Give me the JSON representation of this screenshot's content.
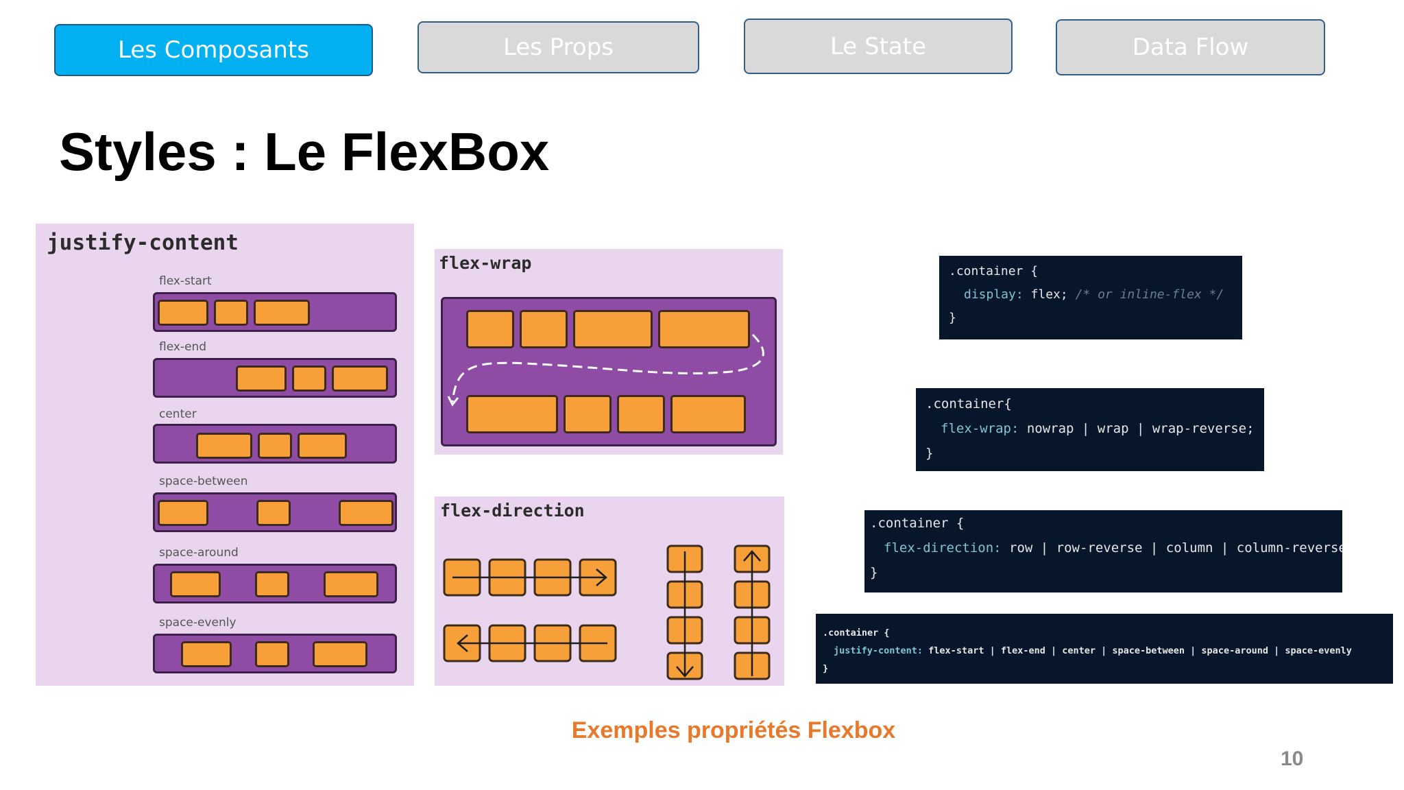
{
  "nav": {
    "tabs": [
      {
        "label": "Les Composants"
      },
      {
        "label": "Les Props"
      },
      {
        "label": "Le State"
      },
      {
        "label": "Data Flow"
      }
    ]
  },
  "slide": {
    "title": "Styles : Le FlexBox",
    "caption": "Exemples propriétés Flexbox",
    "page_number": "10"
  },
  "diagrams": {
    "justify": {
      "title": "justify-content",
      "labels": [
        "flex-start",
        "flex-end",
        "center",
        "space-between",
        "space-around",
        "space-evenly"
      ]
    },
    "wrap": {
      "title": "flex-wrap"
    },
    "direction": {
      "title": "flex-direction"
    }
  },
  "code": {
    "block1": {
      "l1": ".container {",
      "l2_prop": "display:",
      "l2_val": " flex;",
      "l2_comment": " /* or inline-flex */",
      "l3": "}"
    },
    "block2": {
      "l1": ".container{",
      "l2_prop": "flex-wrap:",
      "l2_val": " nowrap | wrap | wrap-reverse;",
      "l3": "}"
    },
    "block3": {
      "l1": ".container {",
      "l2_prop": "flex-direction:",
      "l2_val": " row | row-reverse | column | column-reverse;",
      "l3": "}"
    },
    "block4": {
      "l1": ".container {",
      "l2_prop": "justify-content:",
      "l2_val": " flex-start | flex-end | center | space-between | space-around | space-evenly",
      "l3": "}"
    }
  },
  "colors": {
    "accent": "#00B0F0",
    "caption": "#E8792B",
    "panel": "#EAD5EE",
    "track": "#8E4CA5",
    "box": "#F7A03A",
    "code_bg": "#08162B"
  }
}
